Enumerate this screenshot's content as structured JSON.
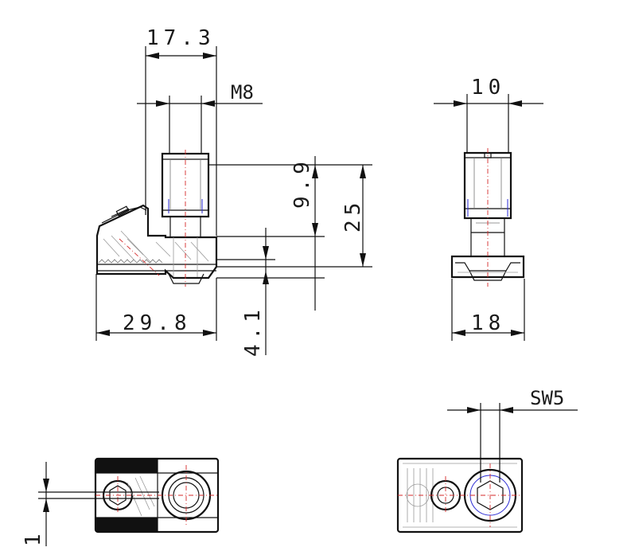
{
  "dimensions": {
    "width_top": "17.3",
    "thread": "M8",
    "height_upper": "9.9",
    "height_total": "25",
    "base_offset": "4.1",
    "width_base": "29.8",
    "side_width_top": "10",
    "side_width_base": "18",
    "wrench_size": "SW5",
    "plan_offset": "1"
  },
  "colors": {
    "outline": "#111111",
    "hatch": "#9a9a9a",
    "centerline": "#d42a2a",
    "hidden": "#2a2ad4"
  }
}
